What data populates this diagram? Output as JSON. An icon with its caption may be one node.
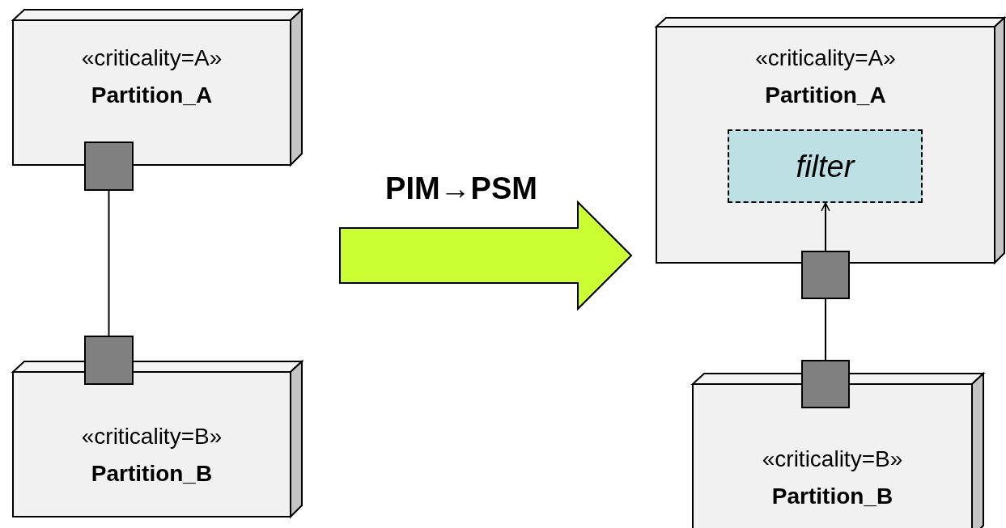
{
  "diagram": {
    "nodes": [
      {
        "text": [
          "«criticality=A»",
          "Partition_A"
        ]
      },
      {
        "text": [],
        "shape": "box"
      },
      {
        "text": [],
        "shape": "box"
      },
      {
        "text": [
          "«criticality=B»",
          "Partition_B"
        ]
      },
      {
        "text": [
          "«criticality=A»",
          "Partition_A"
        ]
      },
      {
        "text": [
          "filter"
        ],
        "in": 4
      },
      {
        "text": [],
        "shape": "box"
      },
      {
        "text": [],
        "shape": "box"
      },
      {
        "text": [
          "«criticality=B»",
          "Partition_B"
        ]
      }
    ],
    "edges": [
      {
        "from": 1,
        "to": 2,
        "arrow": "none"
      },
      {
        "from": 7,
        "to": 6,
        "arrow": "none"
      },
      {
        "from": 6,
        "to": 5,
        "arrow": "to"
      }
    ],
    "labels": [
      "PIM→PSM"
    ]
  }
}
